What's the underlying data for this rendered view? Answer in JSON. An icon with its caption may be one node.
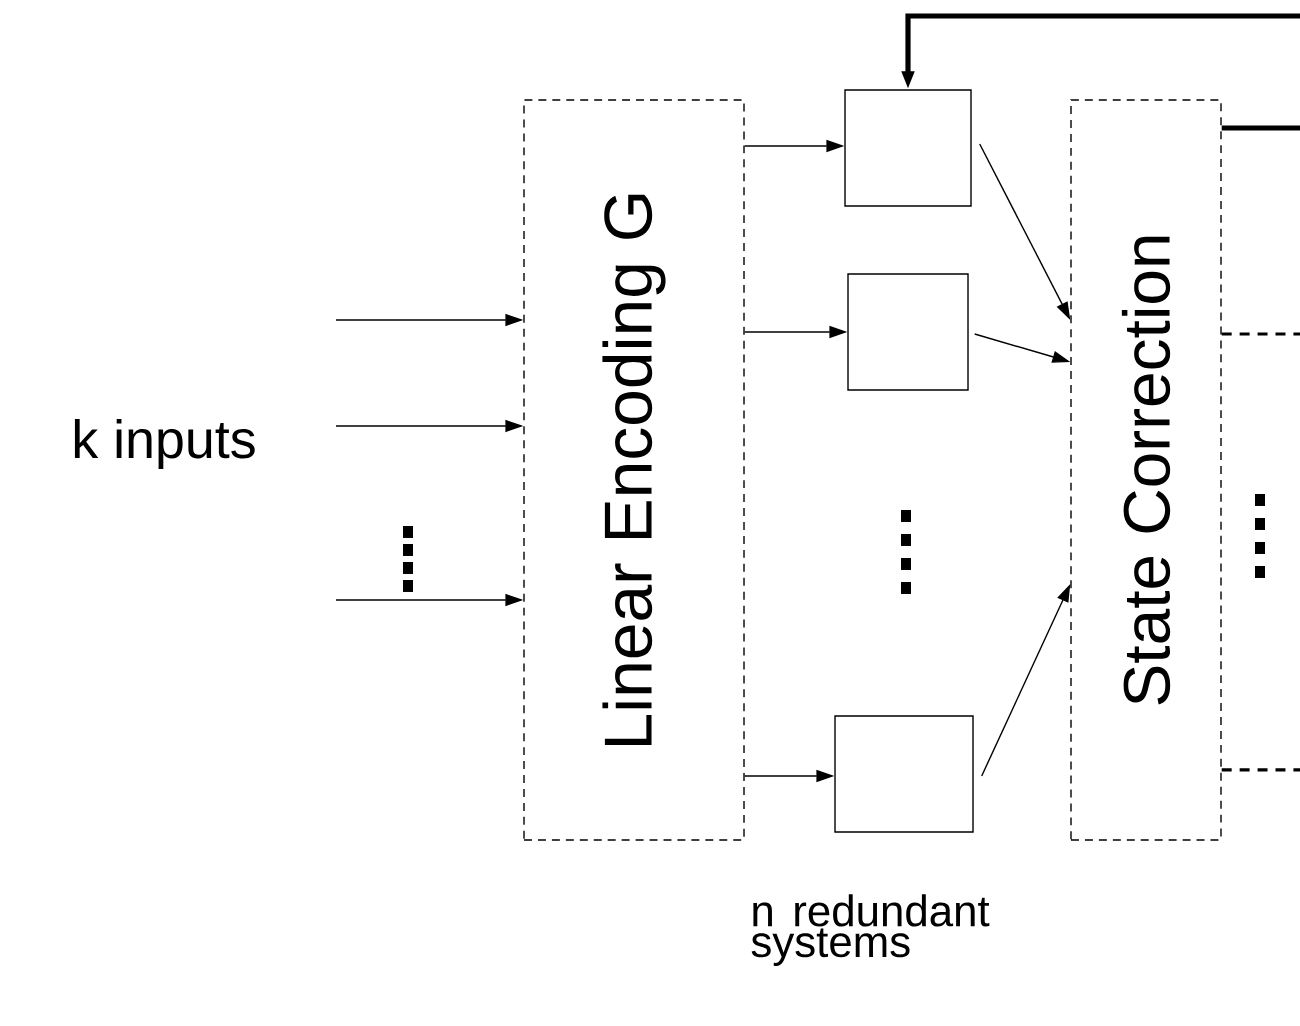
{
  "diagram": {
    "nodes": [
      {
        "text": [
          "Linear Encoding G"
        ]
      },
      {
        "text": [],
        "shape": "box"
      },
      {
        "text": [],
        "shape": "box"
      },
      {
        "text": [],
        "shape": "box"
      },
      {
        "text": [
          "State Correction"
        ]
      }
    ],
    "edges": [
      {
        "from": null,
        "to": 0,
        "arrow": "to"
      },
      {
        "from": null,
        "to": 0,
        "arrow": "to"
      },
      {
        "from": null,
        "to": 0,
        "arrow": "to"
      },
      {
        "from": 0,
        "to": 1,
        "arrow": "to"
      },
      {
        "from": 0,
        "to": 2,
        "arrow": "to"
      },
      {
        "from": 0,
        "to": 3,
        "arrow": "to"
      },
      {
        "from": 1,
        "to": 4,
        "arrow": "to"
      },
      {
        "from": 2,
        "to": 4,
        "arrow": "to"
      },
      {
        "from": 3,
        "to": 4,
        "arrow": "to"
      },
      {
        "from": null,
        "to": 1,
        "arrow": "to",
        "style": "thick"
      },
      {
        "from": 4,
        "to": null,
        "arrow": "none",
        "style": "thick"
      },
      {
        "from": 4,
        "to": null,
        "arrow": "none",
        "style": "dashed"
      },
      {
        "from": 4,
        "to": null,
        "arrow": "none",
        "style": "dashed"
      }
    ],
    "labels": [
      "k inputs",
      "n redundant systems"
    ]
  }
}
